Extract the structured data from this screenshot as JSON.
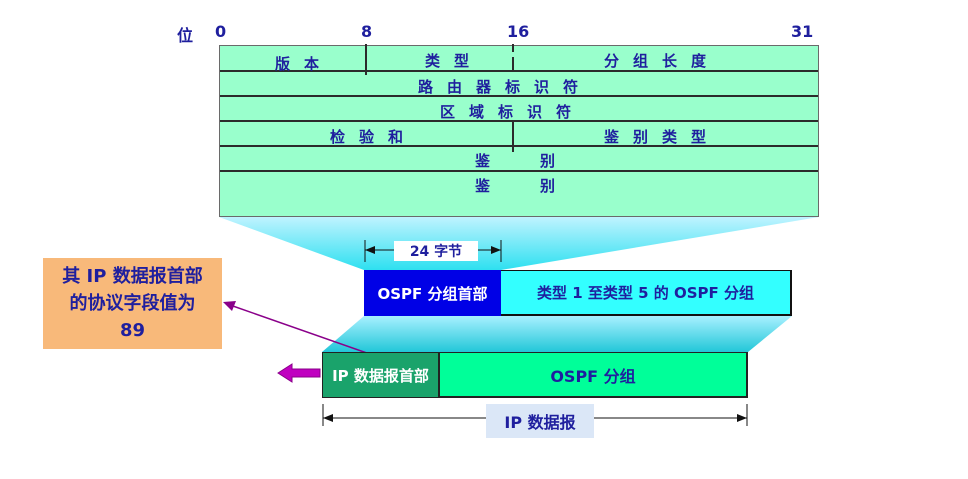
{
  "bit_axis": {
    "title": "位",
    "b0": "0",
    "b8": "8",
    "b16": "16",
    "b31": "31"
  },
  "header_fields": {
    "version": "版本",
    "type": "类型",
    "packet_length": "分组长度",
    "router_id": "路由器标识符",
    "area_id": "区域标识符",
    "checksum": "检验和",
    "auth_type": "鉴别类型",
    "auth_1": "鉴别",
    "auth_2": "鉴别"
  },
  "ospf_packet": {
    "header": "OSPF 分组首部",
    "body": "类型 1 至类型 5 的 OSPF 分组",
    "header_size": "24 字节"
  },
  "ip_datagram": {
    "header": "IP 数据报首部",
    "body": "OSPF 分组",
    "label": "IP 数据报"
  },
  "note": {
    "text": "其 IP 数据报首部的协议字段值为 89"
  }
}
